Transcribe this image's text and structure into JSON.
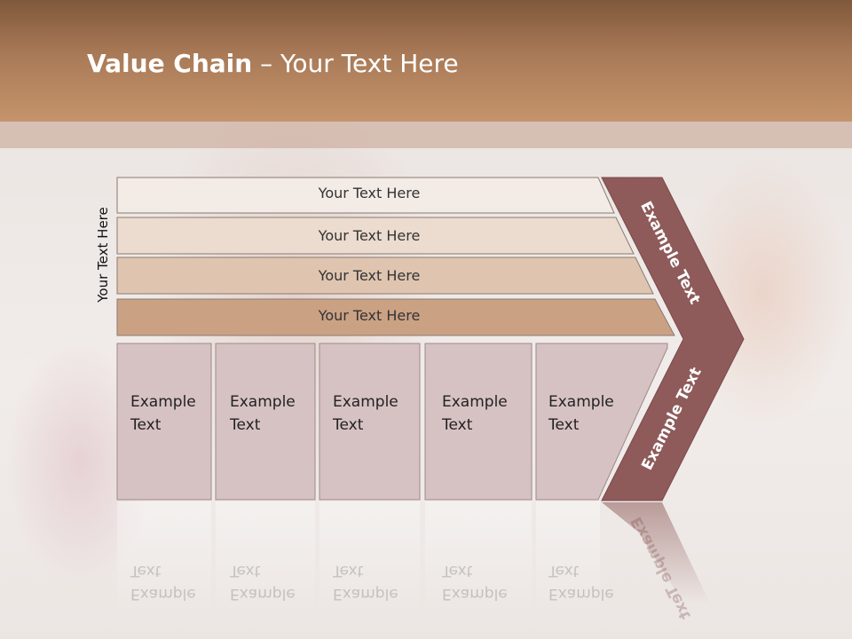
{
  "slide": {
    "title_bold": "Value Chain",
    "title_rest": " – Your Text Here",
    "vertical_label": "Your Text Here",
    "rows": [
      {
        "label": "Your Text Here",
        "color": "#f3ebe6"
      },
      {
        "label": "Your Text Here",
        "color": "#ecdccf"
      },
      {
        "label": "Your Text Here",
        "color": "#dfc5b0"
      },
      {
        "label": "Your Text Here",
        "color": "#cba184"
      }
    ],
    "columns": [
      {
        "line1": "Example",
        "line2": "Text"
      },
      {
        "line1": "Example",
        "line2": "Text"
      },
      {
        "line1": "Example",
        "line2": "Text"
      },
      {
        "line1": "Example",
        "line2": "Text"
      },
      {
        "line1": "Example",
        "line2": "Text"
      }
    ],
    "chevron": {
      "upper_label": "Example Text",
      "lower_label": "Example Text",
      "color": "#8e5b5a"
    },
    "column_color": "#d7c2c3"
  }
}
